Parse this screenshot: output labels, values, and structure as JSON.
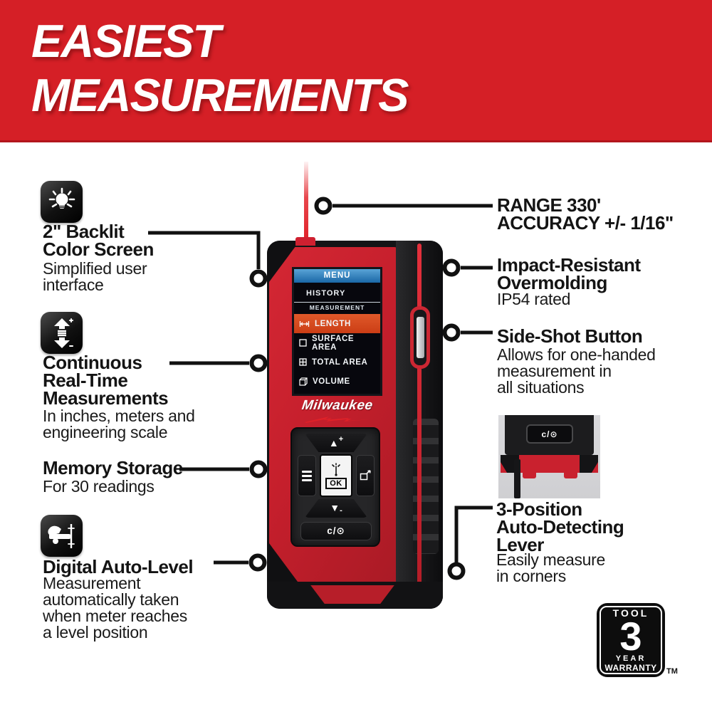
{
  "header": {
    "title": "EASIEST\nMEASUREMENTS"
  },
  "features_left": [
    {
      "icon": "backlit-screen-lightbulb-icon",
      "title": "2\" Backlit\nColor Screen",
      "description": "Simplified user\ninterface"
    },
    {
      "icon": "continuous-measurement-arrows-icon",
      "title": "Continuous\nReal-Time\nMeasurements",
      "description": "In inches, meters and\nengineering scale"
    },
    {
      "title": "Memory Storage",
      "description": "For 30 readings"
    },
    {
      "icon": "digital-auto-level-hand-icon",
      "title": "Digital Auto-Level",
      "description": "Measurement\nautomatically taken\nwhen meter reaches\na level position"
    }
  ],
  "features_right": [
    {
      "title": "RANGE 330'\nACCURACY +/- 1/16\""
    },
    {
      "title": "Impact-Resistant\nOvermolding",
      "description": "IP54 rated"
    },
    {
      "title": "Side-Shot Button",
      "description": "Allows for one-handed\nmeasurement in\nall situations"
    },
    {
      "title": "3-Position\nAuto-Detecting\nLever",
      "description": "Easily measure\nin corners"
    }
  ],
  "device": {
    "brand": "Milwaukee",
    "screen": {
      "menu_title": "MENU",
      "history_label": "HISTORY",
      "section_label": "MEASUREMENT",
      "items": [
        {
          "icon": "length-ruler-icon",
          "label": "LENGTH",
          "selected": true
        },
        {
          "icon": "surface-area-square-icon",
          "label": "SURFACE AREA",
          "selected": false
        },
        {
          "icon": "total-area-grid-icon",
          "label": "TOTAL AREA",
          "selected": false
        },
        {
          "icon": "volume-cube-icon",
          "label": "VOLUME",
          "selected": false
        }
      ]
    },
    "keypad": {
      "up_arrow": "▲",
      "up_modifier": "+",
      "down_arrow": "▼",
      "down_modifier": "-",
      "ok_label": "OK",
      "power_label": "c/⊙"
    }
  },
  "inset": {
    "power_label": "c/⊙"
  },
  "warranty": {
    "line1": "TOOL",
    "number": "3",
    "line2": "YEAR",
    "line3": "WARRANTY",
    "trademark": "TM"
  },
  "colors": {
    "banner_red": "#d51f26",
    "device_red": "#c9212e",
    "menu_blue": "#2f7fc1",
    "selected_orange": "#d7481f"
  }
}
